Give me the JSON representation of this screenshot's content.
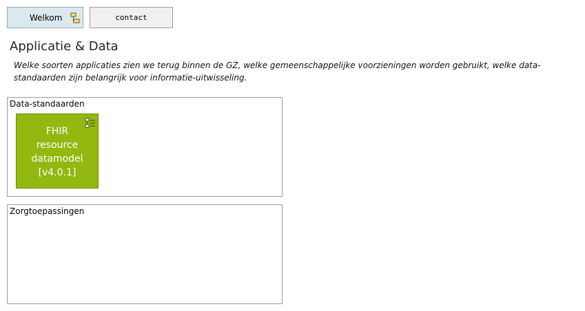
{
  "nav": {
    "welkom_label": "Welkom",
    "contact_label": "contact"
  },
  "header": {
    "title": "Applicatie & Data",
    "description": "Welke soorten applicaties zien we terug binnen de GZ, welke gemeenschappelijke voorzieningen worden gebruikt, welke data-standaarden zijn belangrijk voor informatie-uitwisseling."
  },
  "groups": [
    {
      "label": "Data-standaarden",
      "elements": [
        {
          "lines": [
            "FHIR",
            "resource",
            "datamodel",
            "[v4.0.1]"
          ],
          "icon": "data-object-icon",
          "color": "#93b80f"
        }
      ]
    },
    {
      "label": "Zorgtoepassingen",
      "elements": []
    }
  ],
  "colors": {
    "welkom_bg": "#dbe9ee",
    "contact_bg": "#f0f0f0",
    "element_green": "#93b80f"
  }
}
